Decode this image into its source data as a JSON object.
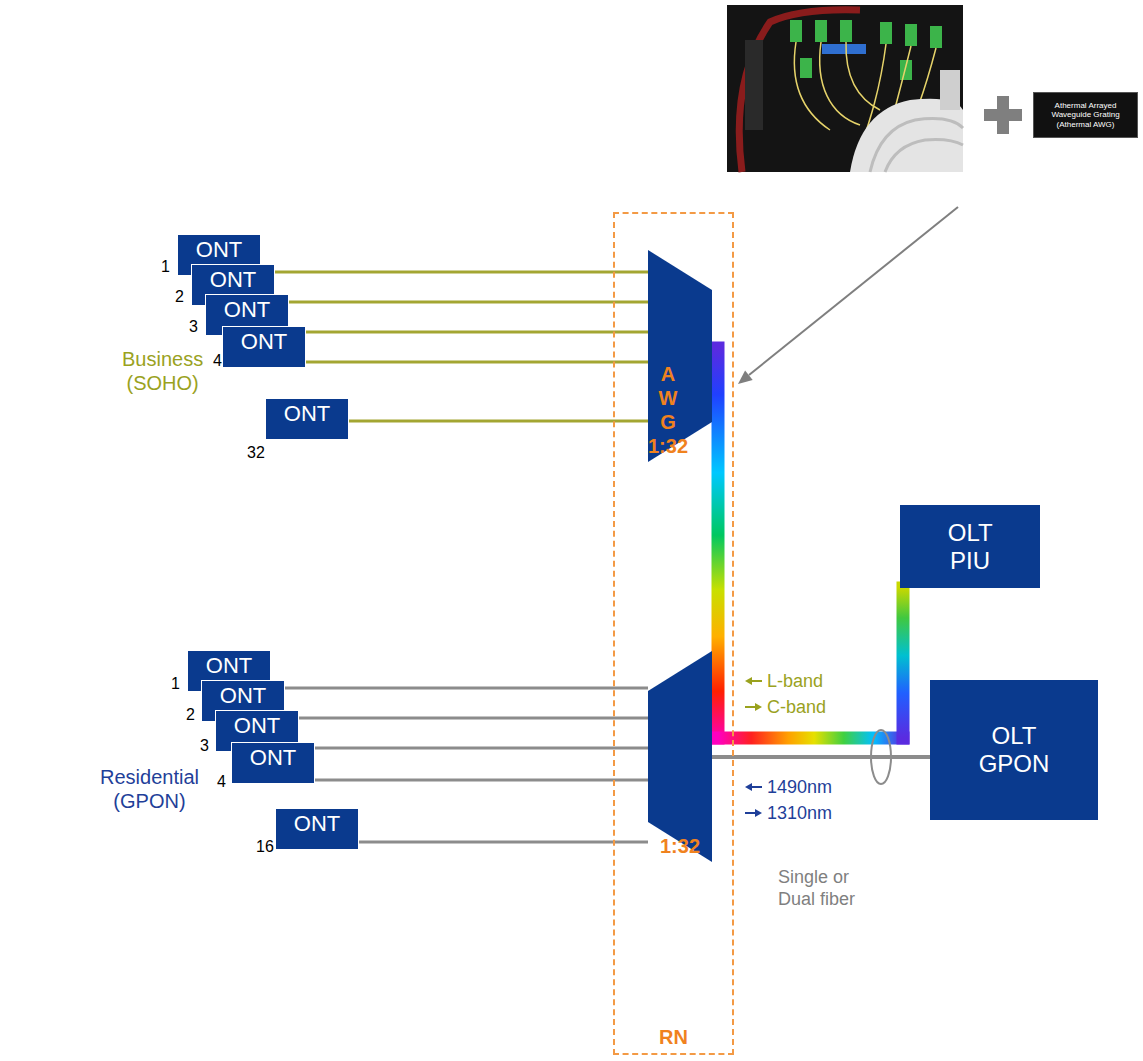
{
  "diagram": {
    "nodes": [
      {
        "text": [
          "Athermal Arrayed Waveguide Grating (Athermal AWG)"
        ]
      },
      {
        "text": [
          "ONT"
        ]
      },
      {
        "text": [
          "ONT"
        ]
      },
      {
        "text": [
          "ONT"
        ]
      },
      {
        "text": [
          "ONT"
        ]
      },
      {
        "text": [
          "ONT"
        ]
      },
      {
        "text": [
          "RN"
        ]
      },
      {
        "text": [
          "A W G 1:32"
        ],
        "in": 6
      },
      {
        "text": [
          "1:32"
        ],
        "in": 6
      },
      {
        "text": [
          "OLT PIU"
        ]
      },
      {
        "text": [
          "ONT"
        ]
      },
      {
        "text": [
          "ONT"
        ]
      },
      {
        "text": [
          "ONT"
        ]
      },
      {
        "text": [
          "ONT"
        ]
      },
      {
        "text": [
          "ONT"
        ]
      },
      {
        "text": [
          "OLT GPON"
        ]
      }
    ],
    "edges": [
      {
        "from": 1,
        "to": 7,
        "arrow": "none"
      },
      {
        "from": 2,
        "to": 7,
        "arrow": "none"
      },
      {
        "from": 3,
        "to": 7,
        "arrow": "none"
      },
      {
        "from": 4,
        "to": 7,
        "arrow": "none"
      },
      {
        "from": 5,
        "to": 7,
        "arrow": "none"
      },
      {
        "from": 10,
        "to": 8,
        "arrow": "none"
      },
      {
        "from": 11,
        "to": 8,
        "arrow": "none"
      },
      {
        "from": 12,
        "to": 8,
        "arrow": "none"
      },
      {
        "from": 13,
        "to": 8,
        "arrow": "none"
      },
      {
        "from": 14,
        "to": 8,
        "arrow": "none"
      },
      {
        "from": 7,
        "to": 9,
        "arrow": "none"
      },
      {
        "from": 8,
        "to": 15,
        "arrow": "none"
      }
    ],
    "labels": [
      "1",
      "2",
      "3",
      "4",
      "32",
      "Business (SOHO)",
      "L-band",
      "C-band",
      "Residential (GPON)",
      "1",
      "2",
      "3",
      "4",
      "16",
      "1490nm",
      "1310nm",
      "Single or Dual fiber"
    ]
  }
}
